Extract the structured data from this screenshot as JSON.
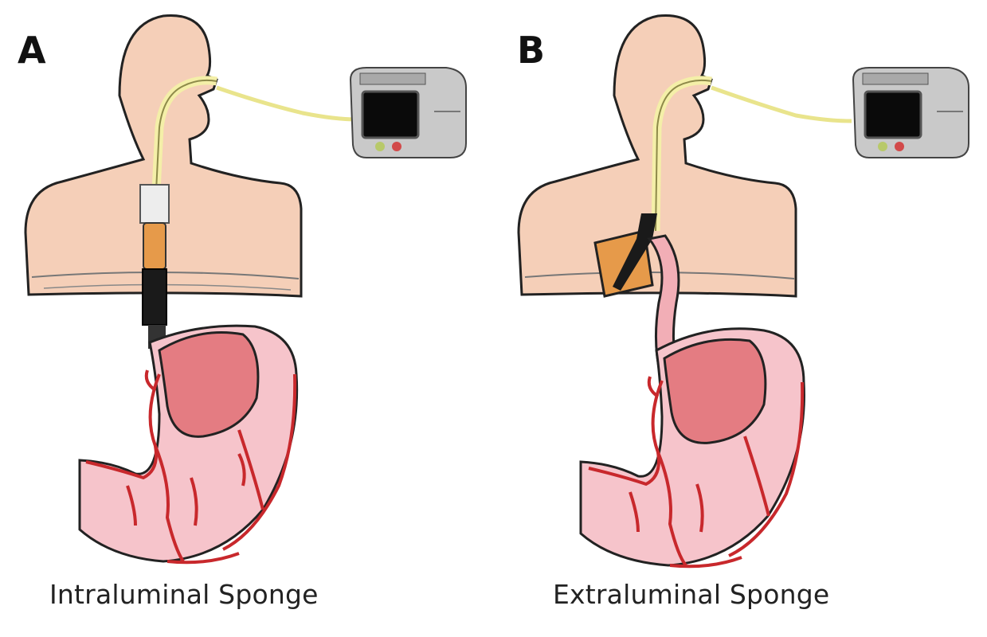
{
  "panels": [
    {
      "letter": "A",
      "caption": "Intraluminal Sponge"
    },
    {
      "letter": "B",
      "caption": "Extraluminal Sponge"
    }
  ],
  "colors": {
    "skin": "#F5CFB8",
    "outline": "#222222",
    "stomach": "#F2AEB6",
    "stomach_inner": "#E47C82",
    "vessel": "#C8282C",
    "tube": "#F4EFA8",
    "sponge": "#E69A4A",
    "device_body": "#C9C9C9",
    "device_screen": "#0A0A0A"
  }
}
